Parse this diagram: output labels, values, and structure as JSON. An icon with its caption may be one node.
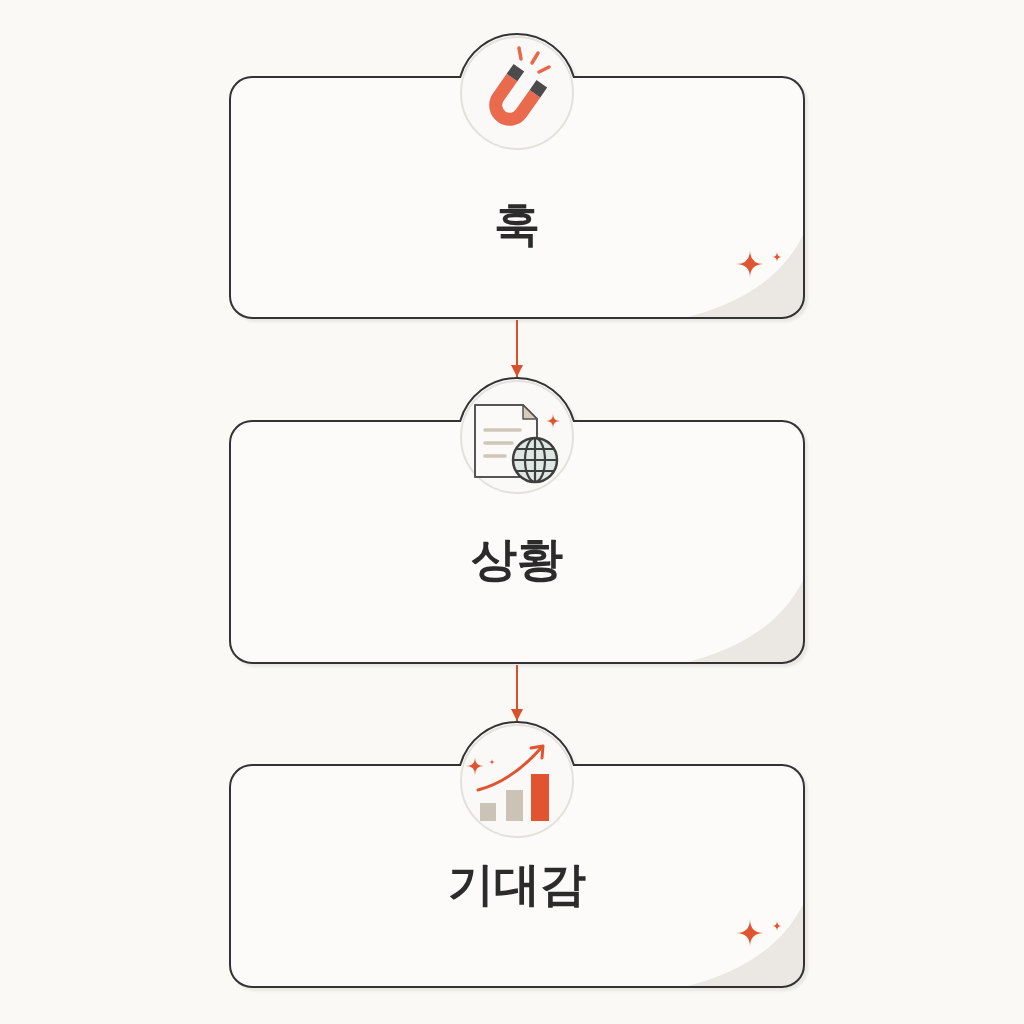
{
  "diagram": {
    "nodes": [
      {
        "text": [
          "훅"
        ]
      },
      {
        "text": [
          "상황"
        ]
      },
      {
        "text": [
          "기대감"
        ]
      }
    ],
    "edges": [
      {
        "from": 0,
        "to": 1,
        "arrow": "to"
      },
      {
        "from": 1,
        "to": 2,
        "arrow": "to"
      }
    ]
  }
}
